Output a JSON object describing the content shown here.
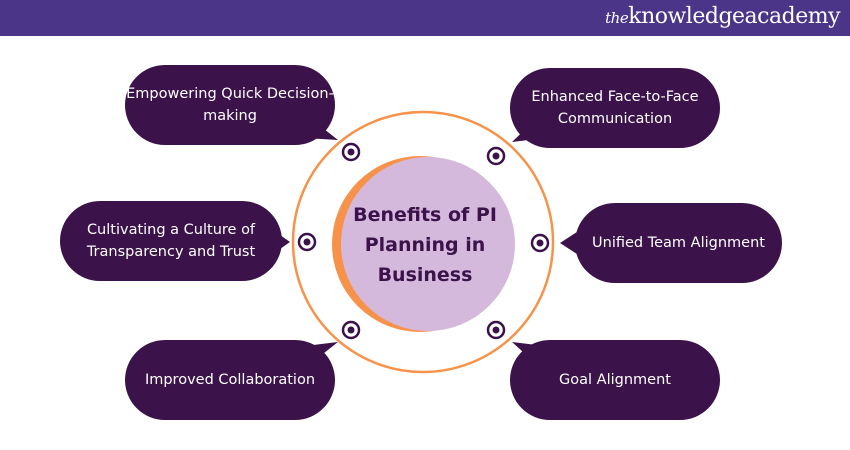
{
  "brand": {
    "prefix": "the",
    "name": "knowledgeacademy"
  },
  "center": {
    "title": "Benefits of PI Planning in Business"
  },
  "benefits": [
    "Empowering Quick Decision-making",
    "Enhanced Face-to-Face Communication",
    "Cultivating a Culture of Transparency and Trust",
    "Unified Team Alignment",
    "Improved Collaboration",
    "Goal Alignment"
  ],
  "colors": {
    "header": "#4a3589",
    "bubble": "#3b1249",
    "circle": "#d4b9dd",
    "accent": "#f7924a"
  }
}
